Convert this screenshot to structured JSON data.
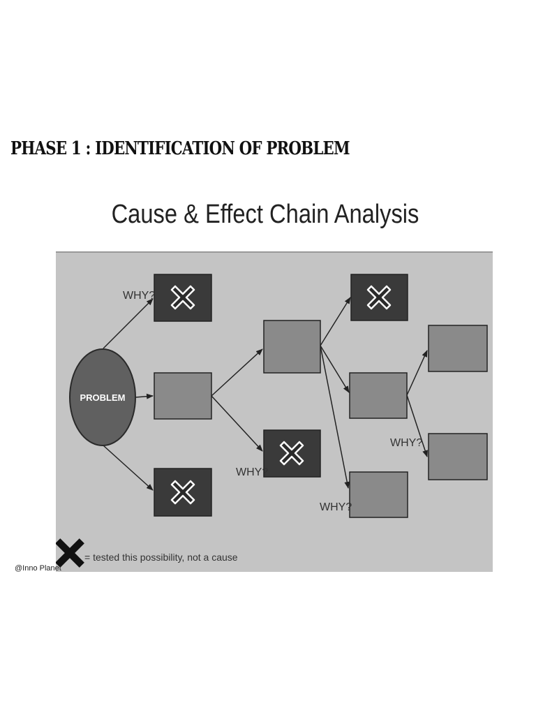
{
  "header": {
    "phase_title": "PHASE 1 : IDENTIFICATION OF PROBLEM",
    "subtitle": "Cause & Effect Chain Analysis"
  },
  "diagram": {
    "problem_label": "PROBLEM",
    "why_labels": [
      "WHY?",
      "WHY?",
      "WHY?",
      "WHY?"
    ],
    "legend_text": "= tested this possibility, not a cause",
    "colors": {
      "panel": "#c4c4c4",
      "problem_circle": "#606060",
      "dark_box": "#3a3a3a",
      "medium_box": "#8a8a8a",
      "cross": "#ffffff"
    }
  },
  "footer": {
    "credit": "@Inno Planet"
  }
}
